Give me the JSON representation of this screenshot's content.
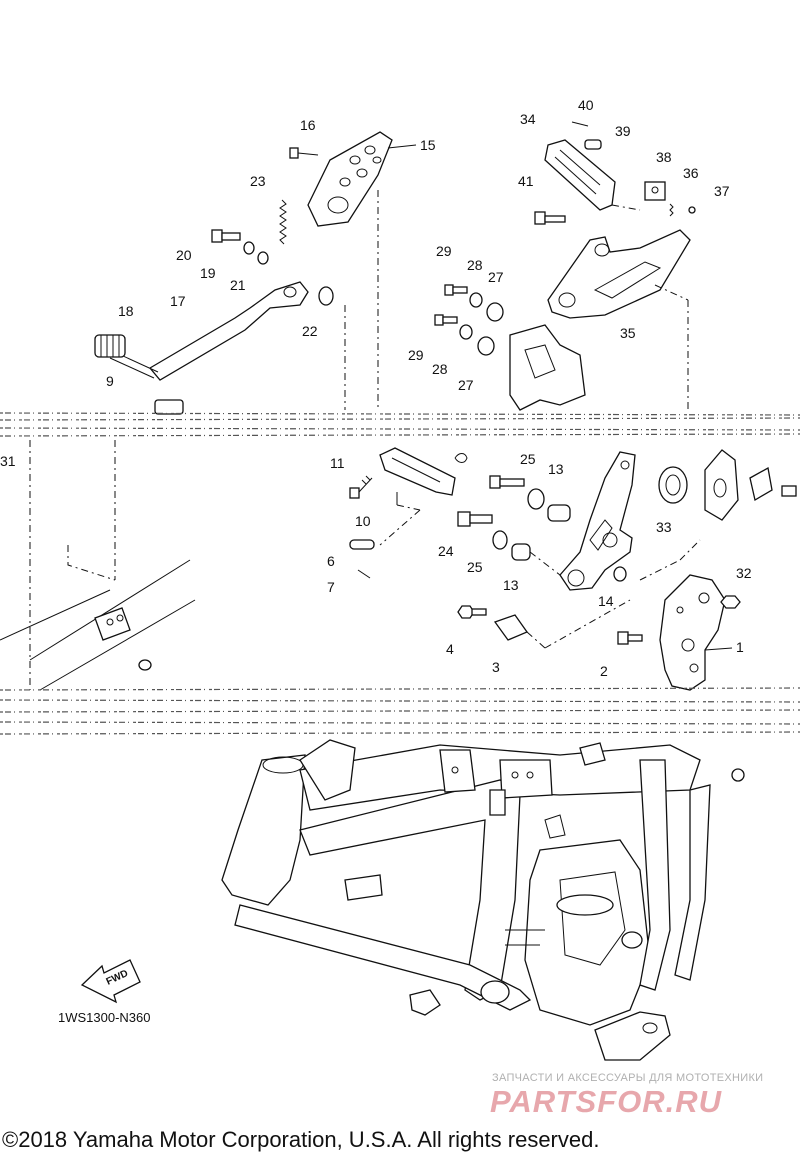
{
  "diagram": {
    "code": "1WS1300-N360",
    "fwd_label": "FWD",
    "callouts": [
      "1",
      "2",
      "3",
      "4",
      "6",
      "7",
      "9",
      "10",
      "11",
      "13",
      "13",
      "14",
      "15",
      "16",
      "17",
      "18",
      "19",
      "20",
      "21",
      "22",
      "23",
      "24",
      "25",
      "25",
      "27",
      "27",
      "28",
      "28",
      "29",
      "29",
      "31",
      "32",
      "33",
      "34",
      "35",
      "36",
      "37",
      "38",
      "39",
      "40",
      "41"
    ]
  },
  "watermark": {
    "tagline": "ЗАПЧАСТИ И АКСЕССУАРЫ ДЛЯ МОТОТЕХНИКИ",
    "logo": "PARTSFOR.RU"
  },
  "footer": {
    "copyright": "©2018 Yamaha Motor Corporation, U.S.A. All rights reserved."
  },
  "colors": {
    "line": "#111111",
    "watermark_logo": "#e7a7ac",
    "watermark_text": "#b0b0b0"
  }
}
